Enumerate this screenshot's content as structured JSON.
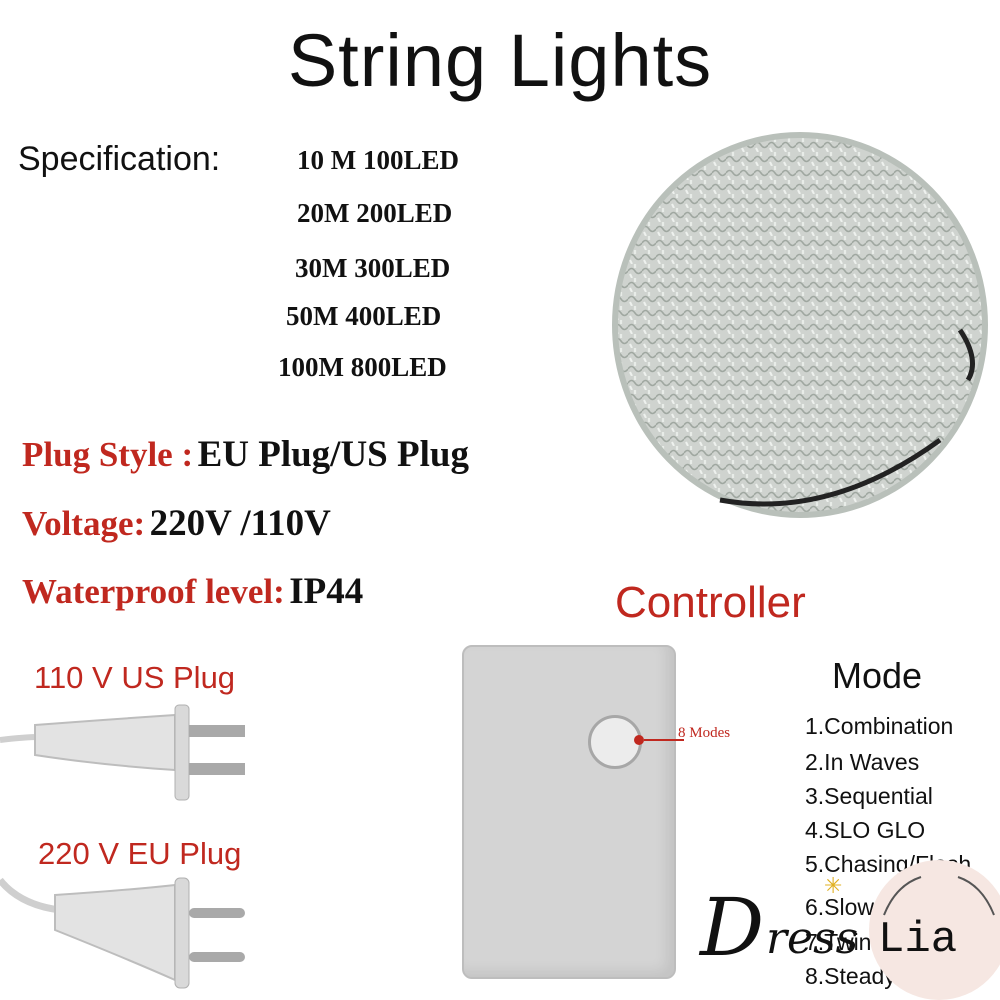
{
  "title": "String Lights",
  "specification": {
    "label": "Specification:",
    "items": [
      "10 M 100LED",
      "20M 200LED",
      "30M 300LED",
      "50M 400LED",
      "100M 800LED"
    ]
  },
  "plug_style": {
    "label": "Plug Style :",
    "value": "EU Plug/US Plug"
  },
  "voltage": {
    "label": "Voltage:",
    "value": "220V /110V"
  },
  "waterproof": {
    "label": "Waterproof level:",
    "value": "IP44"
  },
  "plugs": {
    "us_label": "110 V US Plug",
    "eu_label": "220 V EU Plug"
  },
  "controller": {
    "title": "Controller",
    "pointer_label": "8 Modes"
  },
  "modes": {
    "title": "Mode",
    "items": [
      "1.Combination",
      "2.In Waves",
      "3.Sequential",
      "4.SLO GLO",
      "5.Chasing/Flash",
      "6.Slow",
      "7.Twin",
      "8.Steady"
    ]
  },
  "watermark": {
    "text": "DressLia"
  },
  "colors": {
    "accent_red": "#c0281f",
    "text_dark": "#111111"
  }
}
